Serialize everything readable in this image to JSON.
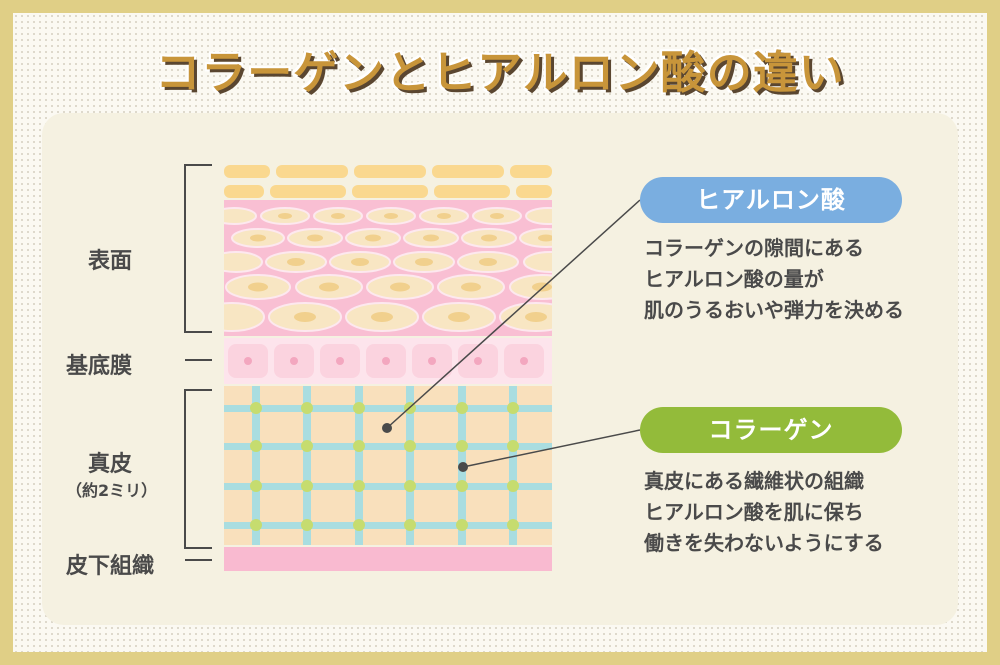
{
  "title": "コラーゲンとヒアルロン酸の違い",
  "layers": {
    "surface": "表面",
    "basement": "基底膜",
    "dermis": "真皮",
    "dermis_note": "（約2ミリ）",
    "subcutis": "皮下組織"
  },
  "hyaluronic": {
    "label": "ヒアルロン酸",
    "color": "#7aaee0",
    "lines": [
      "コラーゲンの隙間にある",
      "ヒアルロン酸の量が",
      "肌のうるおいや弾力を決める"
    ]
  },
  "collagen": {
    "label": "コラーゲン",
    "color": "#93bb3a",
    "lines": [
      "真皮にある繊維状の組織",
      "ヒアルロン酸を肌に保ち",
      "働きを失わないようにする"
    ]
  },
  "colors": {
    "epidermis_pink": "#f9bfd3",
    "cell_fill": "#f8e6c3",
    "basal_pink": "#fbd6e1",
    "dermis_bg": "#f9e0bc",
    "fiber_blue": "#a9dde0",
    "fiber_dot": "#c6dc6f",
    "subcutis_pink": "#f9bad0",
    "stratum_yellow": "#fad88f"
  }
}
